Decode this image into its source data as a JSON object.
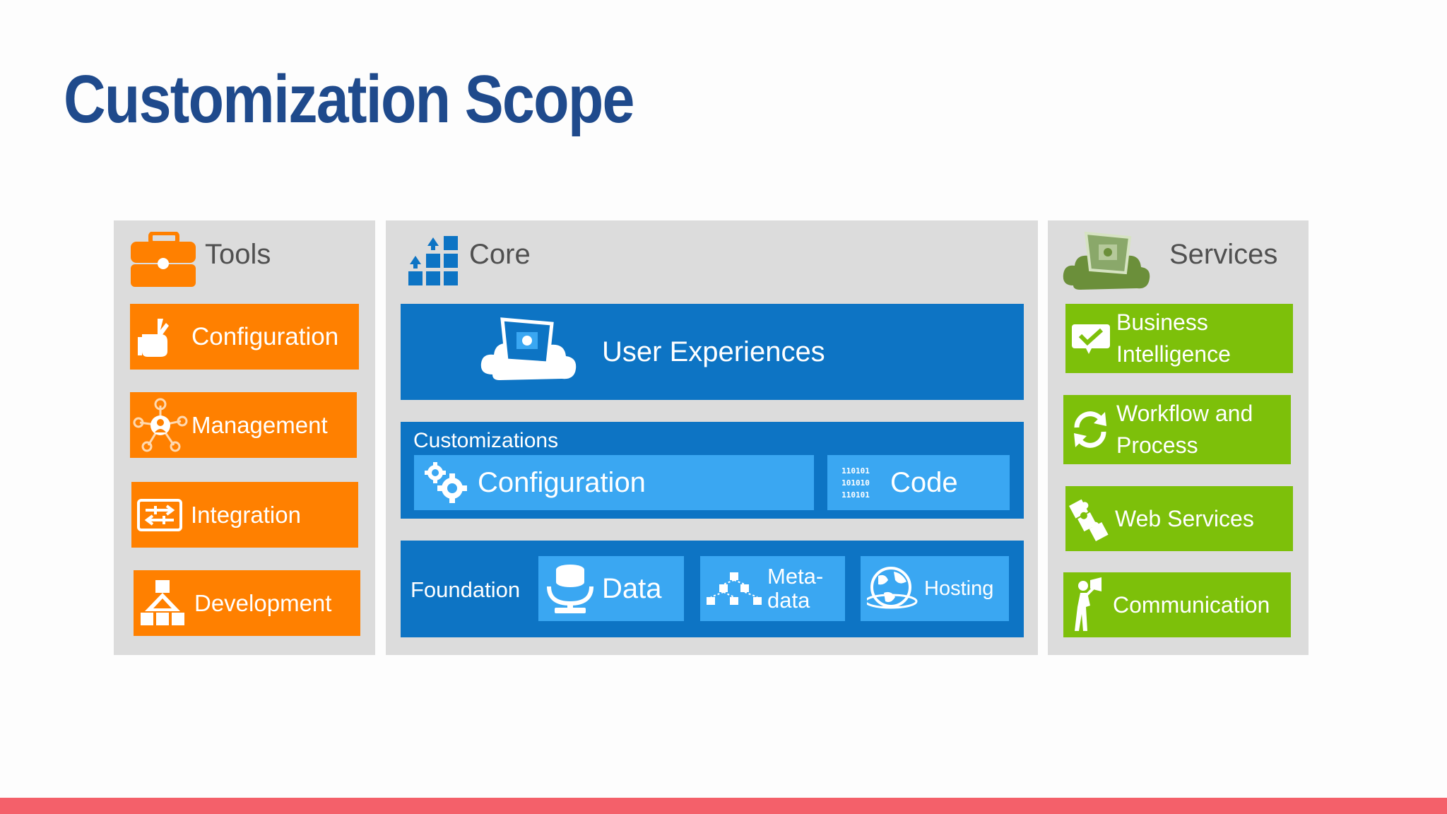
{
  "slide": {
    "title": "Customization Scope"
  },
  "tools": {
    "title": "Tools",
    "items": [
      {
        "label": "Configuration",
        "icon": "hand-tool-icon"
      },
      {
        "label": "Management",
        "icon": "network-people-icon"
      },
      {
        "label": "Integration",
        "icon": "arrows-exchange-icon"
      },
      {
        "label": "Development",
        "icon": "hierarchy-icon"
      }
    ]
  },
  "core": {
    "title": "Core",
    "user_experiences": "User Experiences",
    "customizations": {
      "label": "Customizations",
      "configuration": "Configuration",
      "code": "Code",
      "binary_lines": [
        "110101",
        "101010",
        "110101"
      ]
    },
    "foundation": {
      "label": "Foundation",
      "data": "Data",
      "metadata_line1": "Meta-",
      "metadata_line2": "data",
      "hosting": "Hosting"
    }
  },
  "services": {
    "title": "Services",
    "items": [
      {
        "line1": "Business",
        "line2": "Intelligence",
        "icon": "checkmark-icon"
      },
      {
        "line1": "Workflow and",
        "line2": "Process",
        "icon": "refresh-icon"
      },
      {
        "line1": "Web Services",
        "line2": "",
        "icon": "puzzle-icon"
      },
      {
        "line1": "Communication",
        "line2": "",
        "icon": "person-megaphone-icon"
      }
    ]
  },
  "colors": {
    "title": "#1f4a8c",
    "tools_orange": "#ff8000",
    "core_blue": "#0d74c4",
    "core_light_blue": "#3aa7f2",
    "services_green": "#7dc00a",
    "panel_gray": "#dcdcdc",
    "bottom_bar": "#f4606a"
  }
}
